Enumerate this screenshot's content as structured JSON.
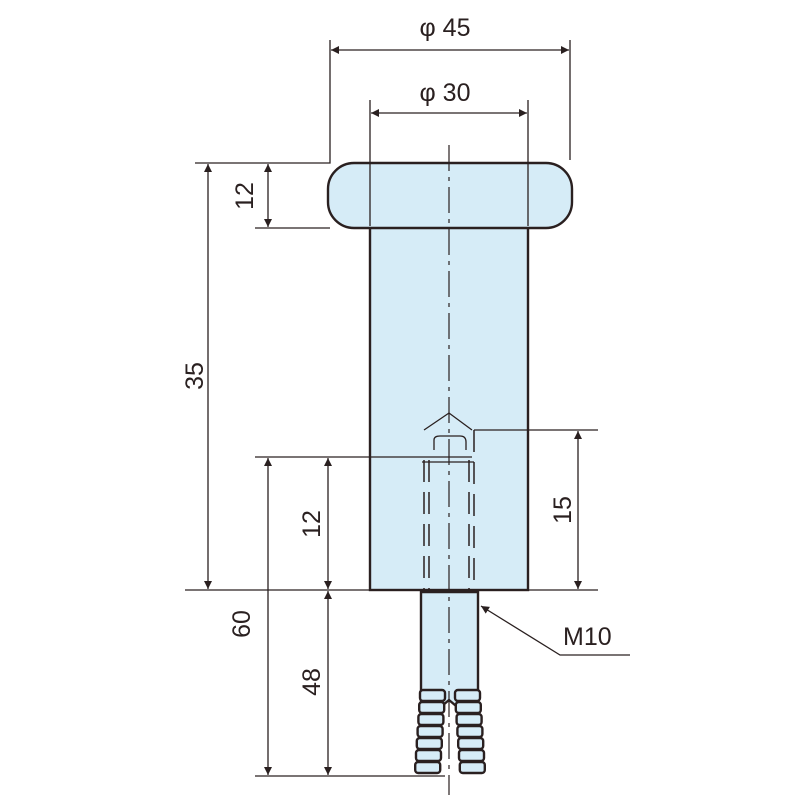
{
  "colors": {
    "fill": "#d6ecf7",
    "stroke": "#2a2020"
  },
  "dimensions": {
    "cap_diameter": "φ 45",
    "body_diameter": "φ 30",
    "total_height": "35",
    "cap_thickness": "12",
    "anchor_depth": "12",
    "screw_depth": "15",
    "total_anchor_length": "60",
    "anchor_length": "48",
    "thread": "M10"
  }
}
